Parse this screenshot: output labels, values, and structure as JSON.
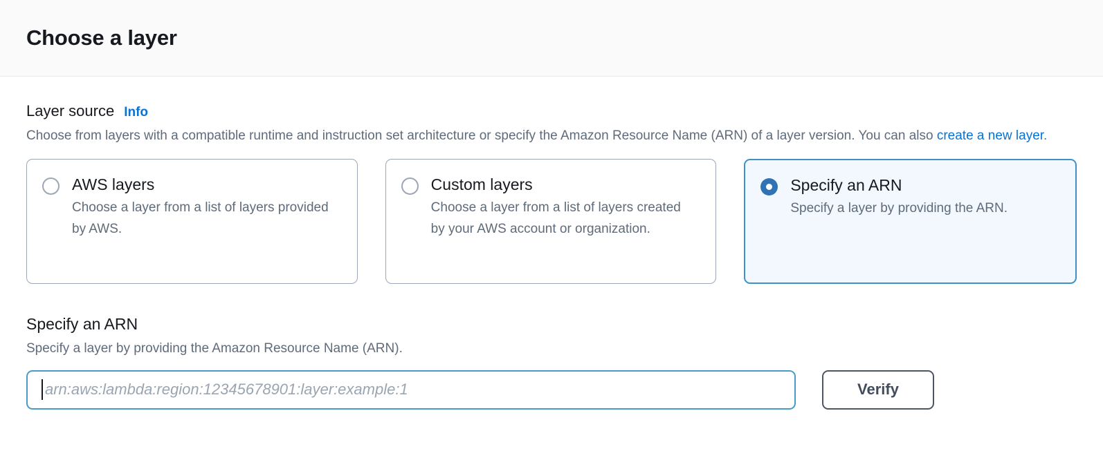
{
  "header": {
    "title": "Choose a layer"
  },
  "layer_source": {
    "label": "Layer source",
    "info_label": "Info",
    "description_prefix": "Choose from layers with a compatible runtime and instruction set architecture or specify the Amazon Resource Name (ARN) of a layer version. You can also ",
    "description_link": "create a new layer",
    "description_suffix": ".",
    "options": [
      {
        "title": "AWS layers",
        "description": "Choose a layer from a list of layers provided by AWS.",
        "selected": false
      },
      {
        "title": "Custom layers",
        "description": "Choose a layer from a list of layers created by your AWS account or organization.",
        "selected": false
      },
      {
        "title": "Specify an ARN",
        "description": "Specify a layer by providing the ARN.",
        "selected": true
      }
    ]
  },
  "arn_section": {
    "title": "Specify an ARN",
    "description": "Specify a layer by providing the Amazon Resource Name (ARN).",
    "input_value": "",
    "input_placeholder": "arn:aws:lambda:region:12345678901:layer:example:1",
    "verify_label": "Verify"
  },
  "colors": {
    "link_blue": "#0972d3",
    "selected_border": "#3d91c8",
    "selected_fill": "#f2f8fd",
    "radio_selected": "#3072b4",
    "focus_border": "#469bc8",
    "text_dark": "#16191f",
    "text_muted": "#5f6b7a",
    "button_border": "#4c5561"
  }
}
